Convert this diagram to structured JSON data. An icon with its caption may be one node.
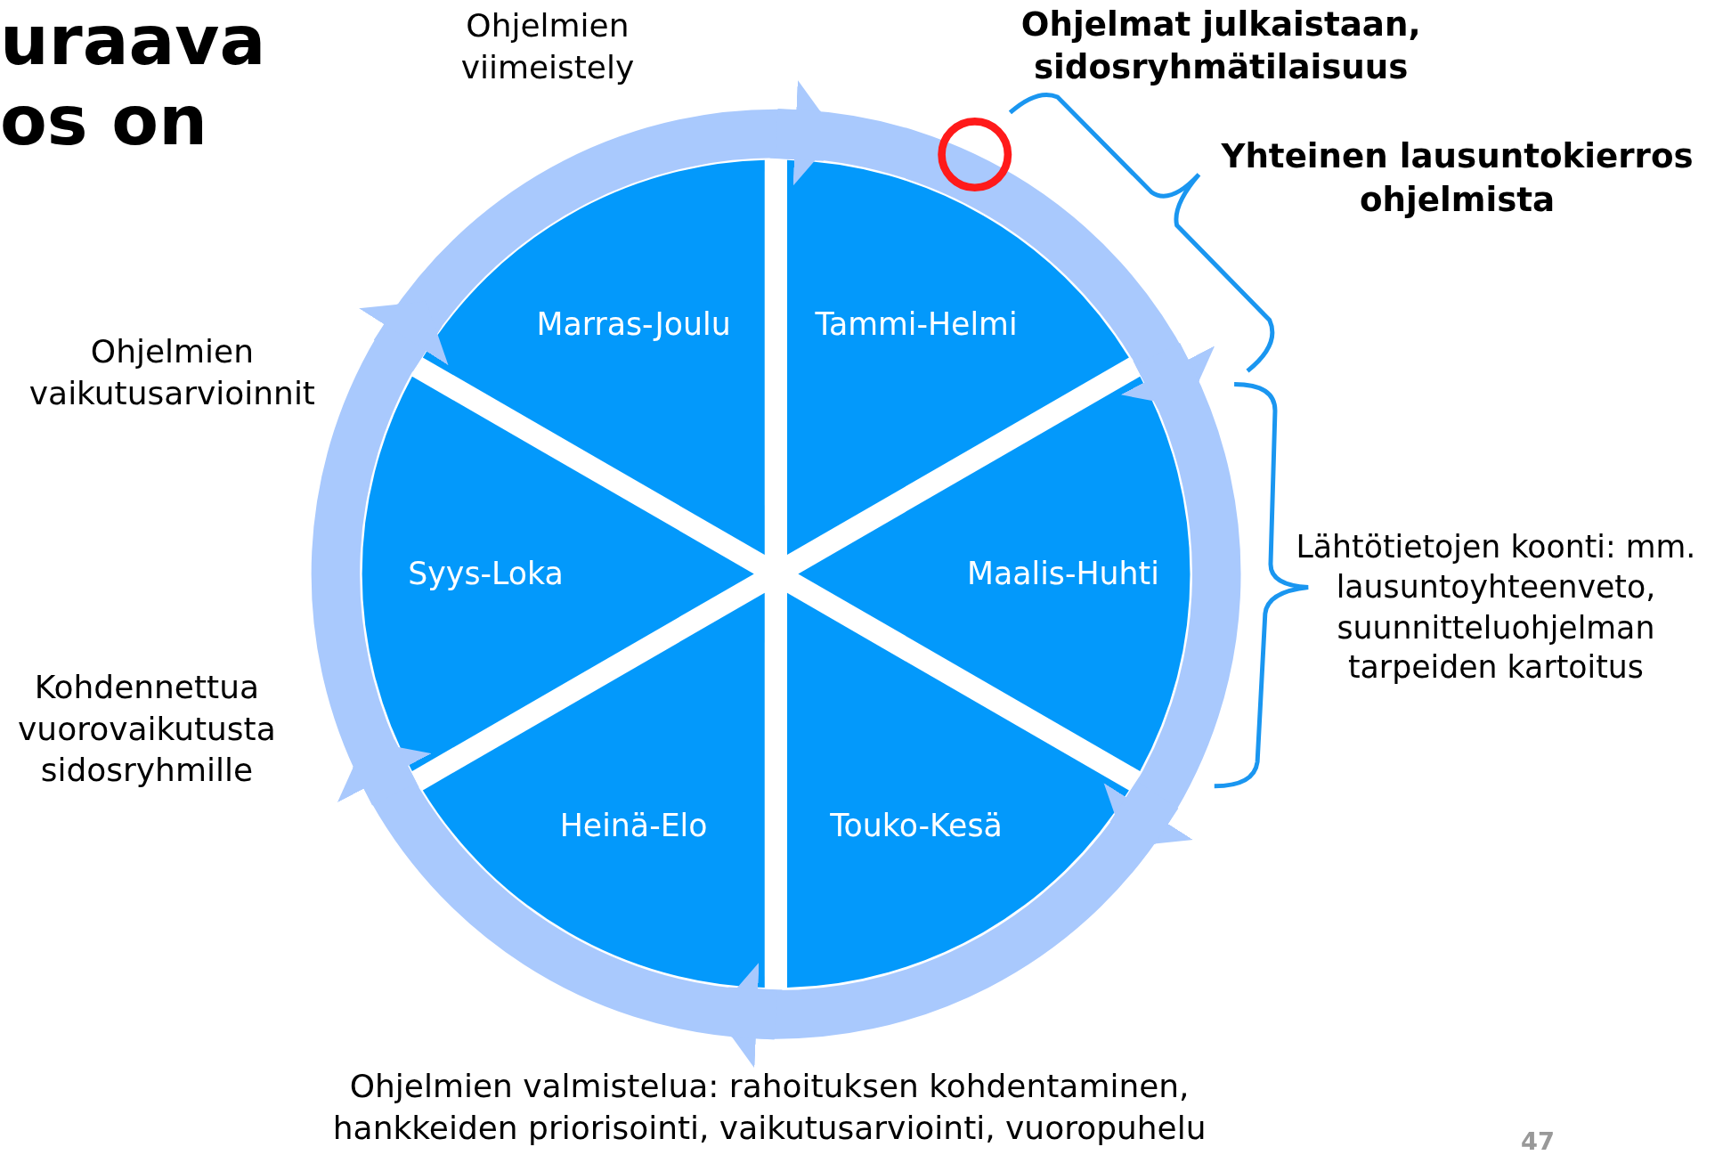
{
  "diagram": {
    "title": "uraava os on",
    "nodes": [
      {
        "text": [
          "Marras-Joulu"
        ]
      },
      {
        "text": [
          "Tammi-Helmi"
        ]
      },
      {
        "text": [
          "Syys-Loka"
        ]
      },
      {
        "text": [
          "Maalis-Huhti"
        ]
      },
      {
        "text": [
          "Heinä-Elo"
        ]
      },
      {
        "text": [
          "Touko-Kesä"
        ]
      }
    ],
    "edges": [
      {
        "from": 0,
        "to": 1,
        "arrow": "to"
      },
      {
        "from": 1,
        "to": 3,
        "arrow": "to"
      },
      {
        "from": 3,
        "to": 5,
        "arrow": "to"
      },
      {
        "from": 5,
        "to": 4,
        "arrow": "to"
      },
      {
        "from": 4,
        "to": 2,
        "arrow": "to"
      },
      {
        "from": 2,
        "to": 0,
        "arrow": "to"
      }
    ],
    "labels": [
      "Ohjelmien viimeistely",
      "Ohjelmat julkaistaan, sidosryhmätilaisuus",
      "Yhteinen lausuntokierros ohjelmista",
      "Ohjelmien vaikutusarvioinnit",
      "Lähtötietojen koonti: mm. lausuntoyhteenveto, suunnitteluohjelman tarpeiden kartoitus",
      "Kohdennettua vuorovaikutusta sidosryhmille",
      "Ohjelmien valmistelua: rahoituksen kohdentaminen, hankkeiden priorisointi, vaikutusarviointi, vuoropuhelu",
      "47"
    ]
  }
}
